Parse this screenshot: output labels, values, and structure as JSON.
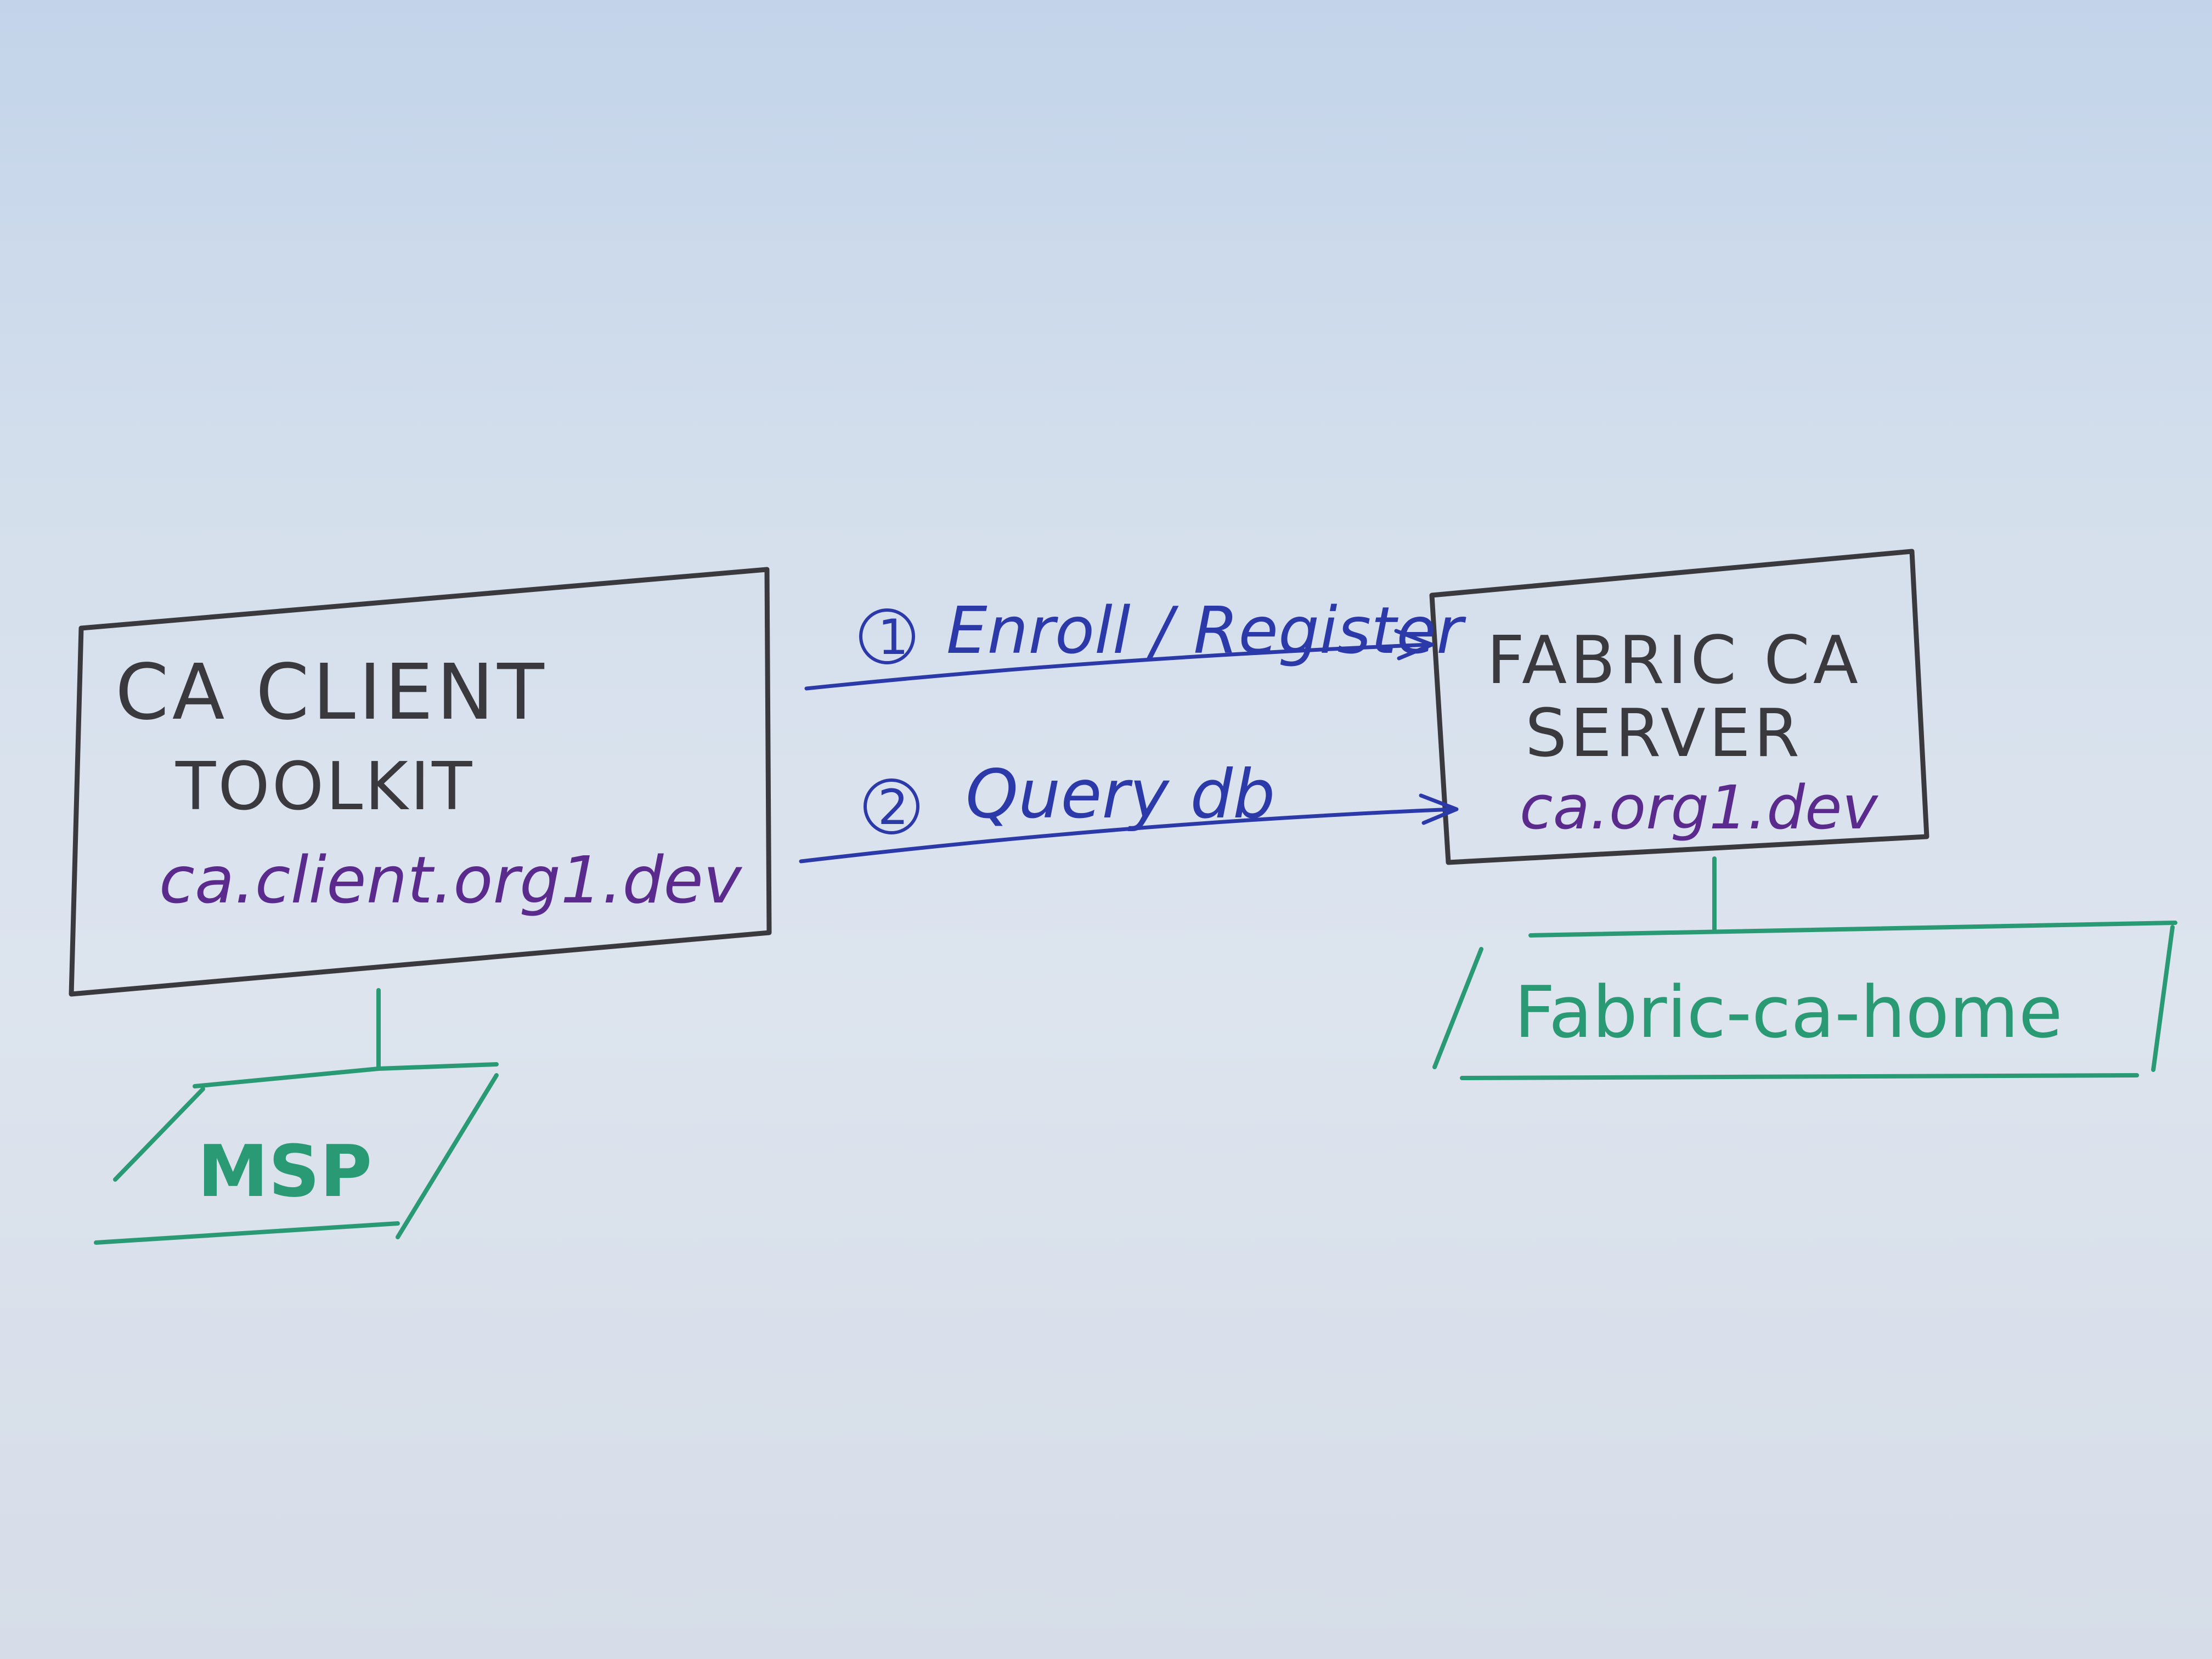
{
  "diagram": {
    "client": {
      "title_line1": "CA CLIENT",
      "title_line2": "TOOLKIT",
      "host": "ca.client.org1.dev",
      "storage": "MSP"
    },
    "server": {
      "title_line1": "FABRIC CA",
      "title_line2": "SERVER",
      "host": "ca.org1.dev",
      "storage": "Fabric-ca-home"
    },
    "arrows": [
      {
        "number": "1",
        "label": "Enroll / Register"
      },
      {
        "number": "2",
        "label": "Query db"
      }
    ],
    "colors": {
      "box_ink": "#3a3a3e",
      "host_ink": "#5a2a8c",
      "arrow_ink": "#2c39a8",
      "storage_ink": "#2a9a74",
      "paper": "#d4dfec"
    }
  }
}
